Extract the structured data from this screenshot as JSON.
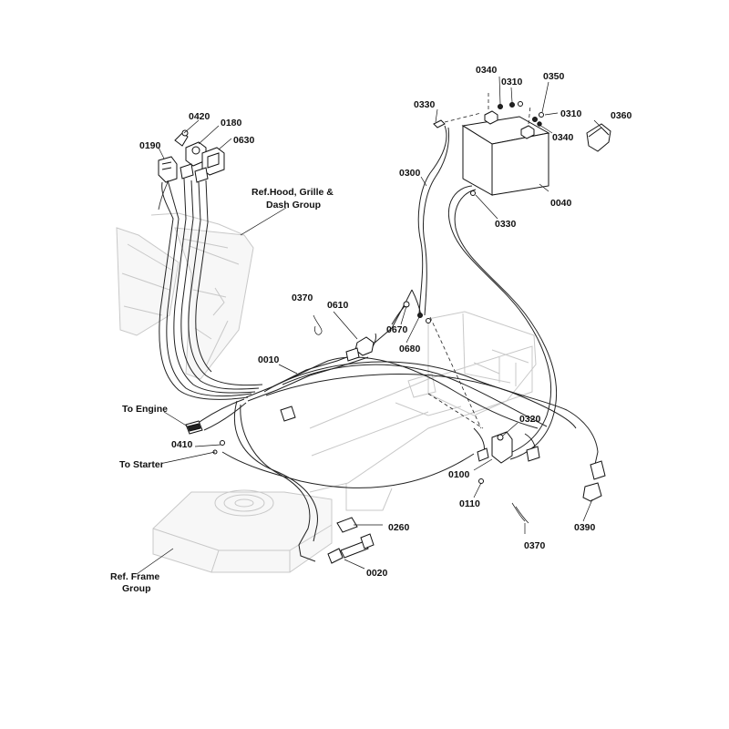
{
  "labels": {
    "p0340a": "0340",
    "p0310a": "0310",
    "p0350": "0350",
    "p0330a": "0330",
    "p0310b": "0310",
    "p0360": "0360",
    "p0340b": "0340",
    "p0420": "0420",
    "p0180": "0180",
    "p0190": "0190",
    "p0630": "0630",
    "p0300": "0300",
    "p0040": "0040",
    "p0330b": "0330",
    "ref_hood_1": "Ref.Hood, Grille &",
    "ref_hood_2": "Dash Group",
    "p0370a": "0370",
    "p0610": "0610",
    "p0670": "0670",
    "p0680": "0680",
    "p0010": "0010",
    "to_engine": "To Engine",
    "p0320": "0320",
    "p0410": "0410",
    "to_starter": "To Starter",
    "p0100": "0100",
    "p0110": "0110",
    "p0390": "0390",
    "p0260": "0260",
    "p0370b": "0370",
    "p0020": "0020",
    "ref_frame_1": "Ref. Frame",
    "ref_frame_2": "Group"
  }
}
